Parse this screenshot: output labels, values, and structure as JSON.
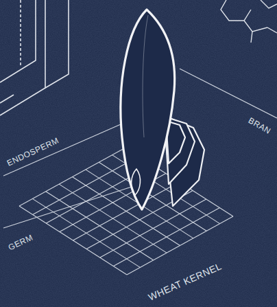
{
  "diagram": {
    "labels": [
      "ENDOSPERM",
      "BRAN",
      "GERM",
      "WHEAT KERNEL"
    ]
  }
}
